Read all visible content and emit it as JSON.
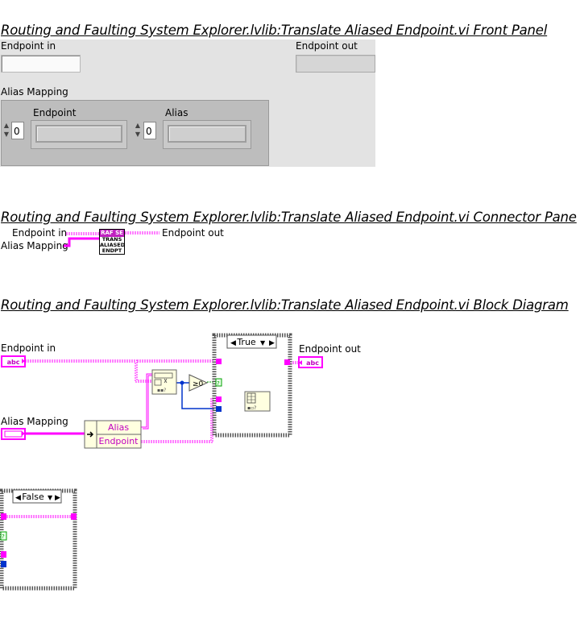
{
  "front_panel": {
    "heading": "Routing and Faulting System Explorer.lvlib:Translate Aliased Endpoint.vi Front Panel",
    "endpoint_in_label": "Endpoint in",
    "endpoint_out_label": "Endpoint out",
    "alias_mapping_label": "Alias Mapping",
    "endpoint_col_label": "Endpoint",
    "alias_col_label": "Alias",
    "index_left": "0",
    "index_right": "0"
  },
  "connector_pane": {
    "heading": "Routing and Faulting System Explorer.lvlib:Translate Aliased Endpoint.vi Connector Pane",
    "endpoint_in": "Endpoint in",
    "alias_mapping": "Alias Mapping",
    "endpoint_out": "Endpoint out",
    "icon_top": "RAF SE",
    "icon_line1": "TRANS",
    "icon_line2": "ALIASED",
    "icon_line3": "ENDPT"
  },
  "block_diagram": {
    "heading": "Routing and Faulting System Explorer.lvlib:Translate Aliased Endpoint.vi Block Diagram",
    "endpoint_in": "Endpoint in",
    "endpoint_out": "Endpoint out",
    "alias_mapping": "Alias Mapping",
    "str_terminal": "abc",
    "unbundle_alias": "Alias",
    "unbundle_endpoint": "Endpoint",
    "case_true": "True",
    "case_false": "False",
    "ge_zero": "≥0",
    "question": "?"
  },
  "colors": {
    "string_wire": "#ff00ff",
    "cluster_wire": "#ff00ff",
    "int_wire": "#0033cc",
    "bool_wire": "#00a000",
    "node_fill": "#ffffe0"
  },
  "icons": [
    "array-search-icon",
    "index-array-icon",
    "greater-or-equal-zero-icon",
    "case-selector-icon"
  ]
}
